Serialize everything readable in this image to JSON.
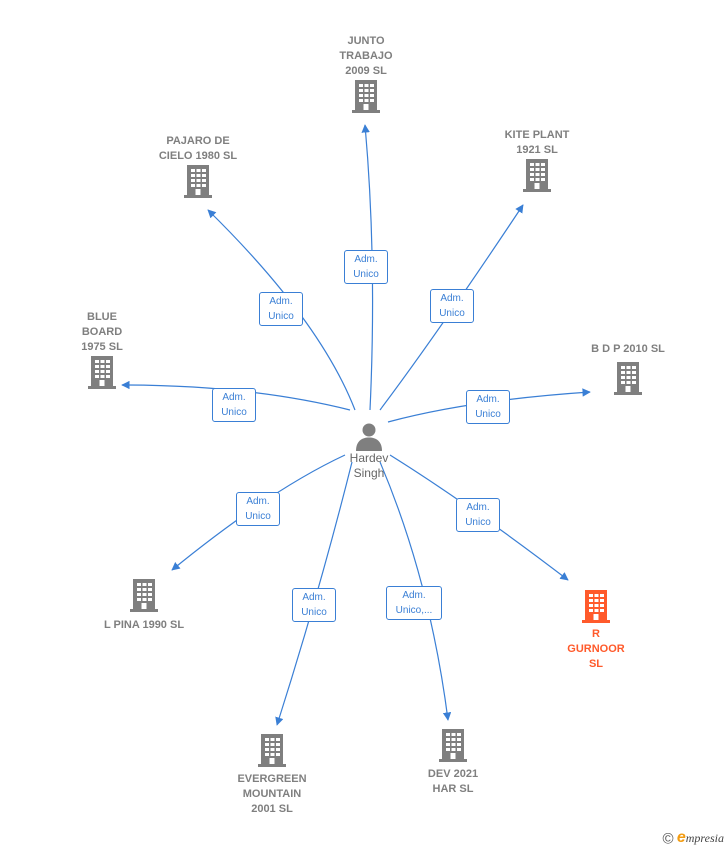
{
  "center": {
    "name": "Hardev\nSingh"
  },
  "companies": [
    {
      "id": "junto",
      "label": "JUNTO\nTRABAJO\n2009 SL",
      "role": "Adm.\nUnico",
      "highlight": false
    },
    {
      "id": "pajaro",
      "label": "PAJARO DE\nCIELO 1980 SL",
      "role": "Adm.\nUnico",
      "highlight": false
    },
    {
      "id": "kite",
      "label": "KITE PLANT\n1921 SL",
      "role": "Adm.\nUnico",
      "highlight": false
    },
    {
      "id": "blue",
      "label": "BLUE\nBOARD\n1975 SL",
      "role": "Adm.\nUnico",
      "highlight": false
    },
    {
      "id": "bdp",
      "label": "B D P 2010 SL",
      "role": "Adm.\nUnico",
      "highlight": false
    },
    {
      "id": "lpina",
      "label": "L PINA 1990 SL",
      "role": "Adm.\nUnico",
      "highlight": false
    },
    {
      "id": "gurnoor",
      "label": "R\nGURNOOR\nSL",
      "role": "Adm.\nUnico",
      "highlight": true
    },
    {
      "id": "evergreen",
      "label": "EVERGREEN\nMOUNTAIN\n2001 SL",
      "role": "Adm.\nUnico",
      "highlight": false
    },
    {
      "id": "dev",
      "label": "DEV 2021\nHAR SL",
      "role": "Adm.\nUnico,...",
      "highlight": false
    }
  ],
  "footer": {
    "copyright": "©",
    "brand_initial": "e",
    "brand_rest": "mpresia"
  },
  "colors": {
    "edge": "#3a7fd5",
    "building": "#7f7f7f",
    "highlight": "#ff5a2b"
  }
}
